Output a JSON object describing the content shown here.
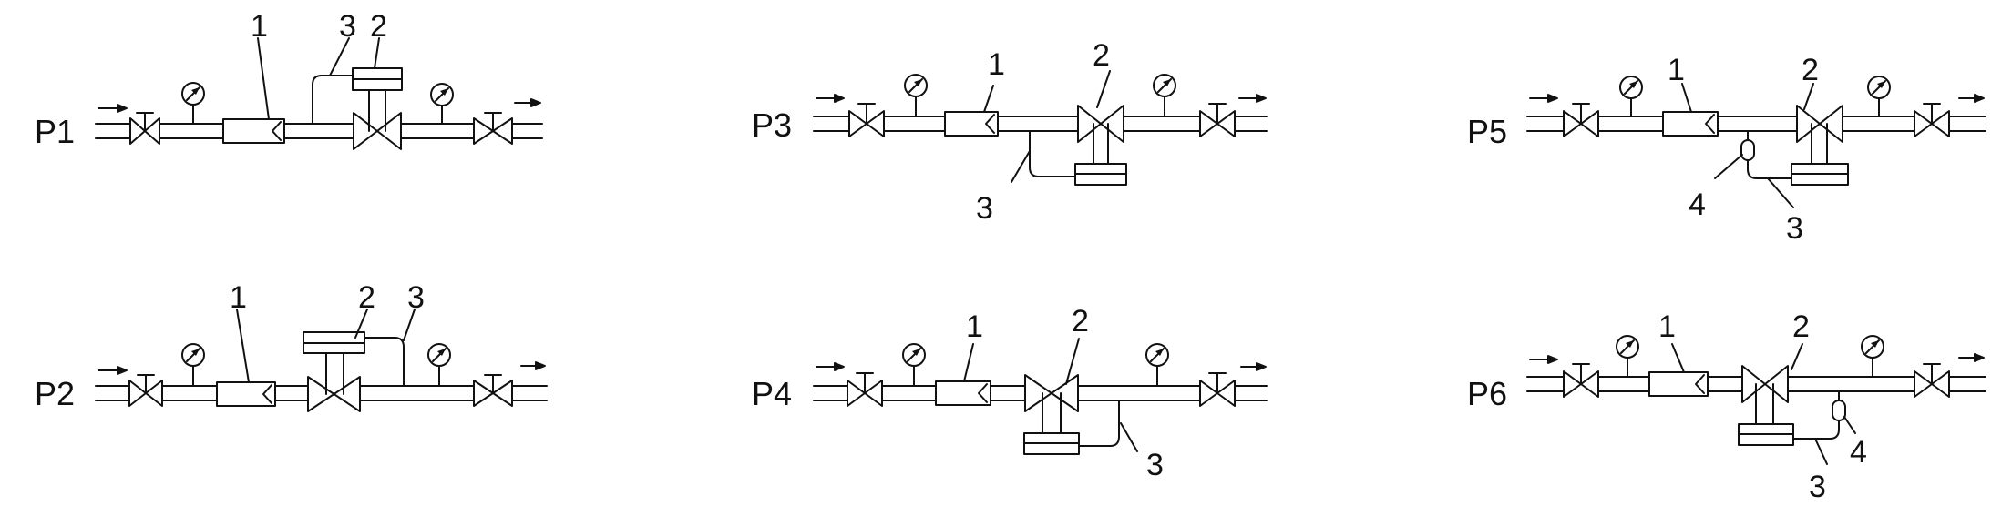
{
  "diagrams": [
    {
      "id": "p1",
      "title": "P1",
      "labels": {
        "filter": "1",
        "valve": "2",
        "line": "3"
      }
    },
    {
      "id": "p2",
      "title": "P2",
      "labels": {
        "filter": "1",
        "valve": "2",
        "line": "3"
      }
    },
    {
      "id": "p3",
      "title": "P3",
      "labels": {
        "filter": "1",
        "valve": "2",
        "line": "3"
      }
    },
    {
      "id": "p4",
      "title": "P4",
      "labels": {
        "filter": "1",
        "valve": "2",
        "line": "3"
      }
    },
    {
      "id": "p5",
      "title": "P5",
      "labels": {
        "filter": "1",
        "valve": "2",
        "line": "3",
        "pot": "4"
      }
    },
    {
      "id": "p6",
      "title": "P6",
      "labels": {
        "filter": "1",
        "valve": "2",
        "line": "3",
        "pot": "4"
      }
    }
  ],
  "colors": {
    "stroke": "#111111",
    "background": "#ffffff"
  }
}
